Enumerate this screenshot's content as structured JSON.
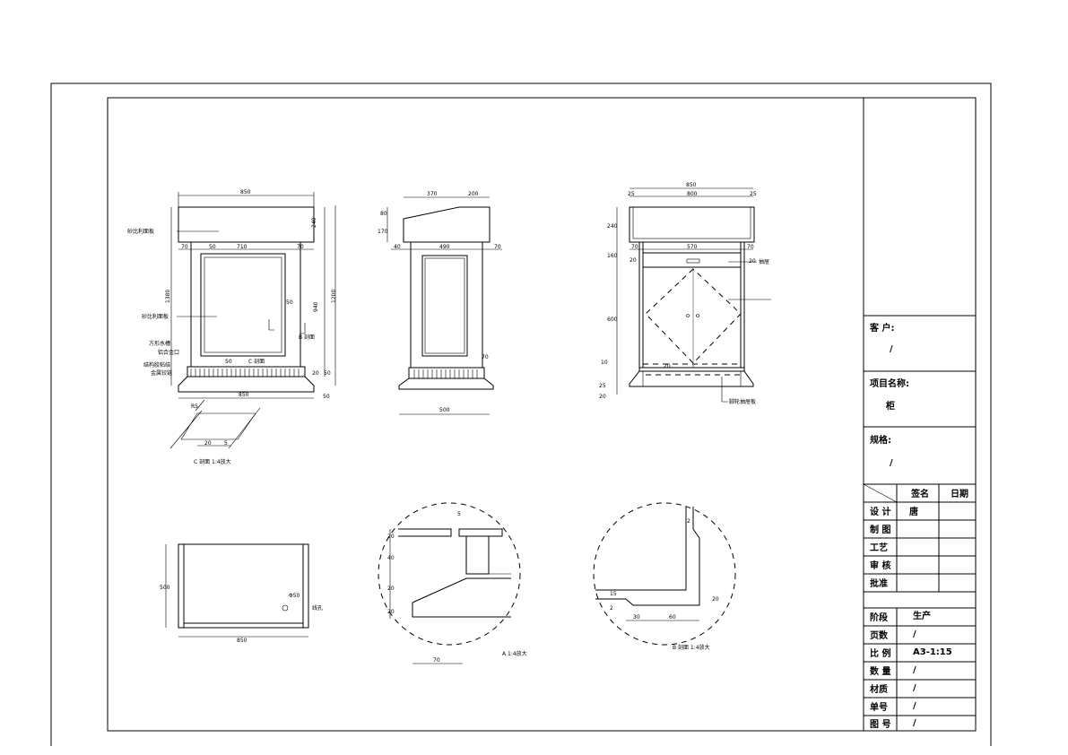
{
  "title_block": {
    "client_label": "客 户:",
    "client_value": "/",
    "project_label": "项目名称:",
    "project_value": "柜",
    "spec_label": "规格:",
    "spec_value": "/",
    "sign_header": "签名",
    "date_header": "日期",
    "roles": [
      {
        "label": "设 计",
        "sign": "唐"
      },
      {
        "label": "制 图",
        "sign": ""
      },
      {
        "label": "工艺",
        "sign": ""
      },
      {
        "label": "审 核",
        "sign": ""
      },
      {
        "label": "批准",
        "sign": ""
      }
    ],
    "info": [
      {
        "label": "阶段",
        "value": "生产"
      },
      {
        "label": "页数",
        "value": "/"
      },
      {
        "label": "比 例",
        "value": "A3-1:15"
      },
      {
        "label": "数 量",
        "value": "/"
      },
      {
        "label": "材质",
        "value": "/"
      },
      {
        "label": "单号",
        "value": "/"
      },
      {
        "label": "图 号",
        "value": "/"
      }
    ]
  },
  "front_view": {
    "dims": [
      "850",
      "240",
      "70",
      "50",
      "710",
      "70",
      "1380",
      "50",
      "940",
      "1200",
      "50",
      "20",
      "50",
      "850",
      "50"
    ],
    "notes": [
      "砂比利面板",
      "砂比利面板",
      "方形水槽",
      "铝合金口",
      "结构胶粘结",
      "金属铰链"
    ],
    "section_c": "C 剖面",
    "section_b": "B 剖面"
  },
  "detail_c": {
    "title": "C 剖面 1:4放大",
    "dims": [
      "R5",
      "20",
      "5"
    ]
  },
  "side_view": {
    "dims": [
      "370",
      "200",
      "80",
      "170",
      "40",
      "490",
      "70",
      "70",
      "500"
    ]
  },
  "back_view": {
    "dims": [
      "850",
      "25",
      "800",
      "25",
      "240",
      "160",
      "70",
      "570",
      "70",
      "20",
      "20",
      "600",
      "10",
      "20",
      "25",
      "20"
    ],
    "notes": [
      "抽屉",
      "脚轮抽屉板"
    ]
  },
  "plan_view": {
    "dims": [
      "850",
      "500",
      "Φ50",
      "线孔"
    ]
  },
  "detail_a": {
    "title": "A 1:4放大",
    "dims": [
      "5",
      "20",
      "40",
      "20",
      "20",
      "70"
    ]
  },
  "detail_b": {
    "title": "B 剖面 1:4放大",
    "dims": [
      "2",
      "15",
      "20",
      "2",
      "30",
      "60"
    ]
  }
}
